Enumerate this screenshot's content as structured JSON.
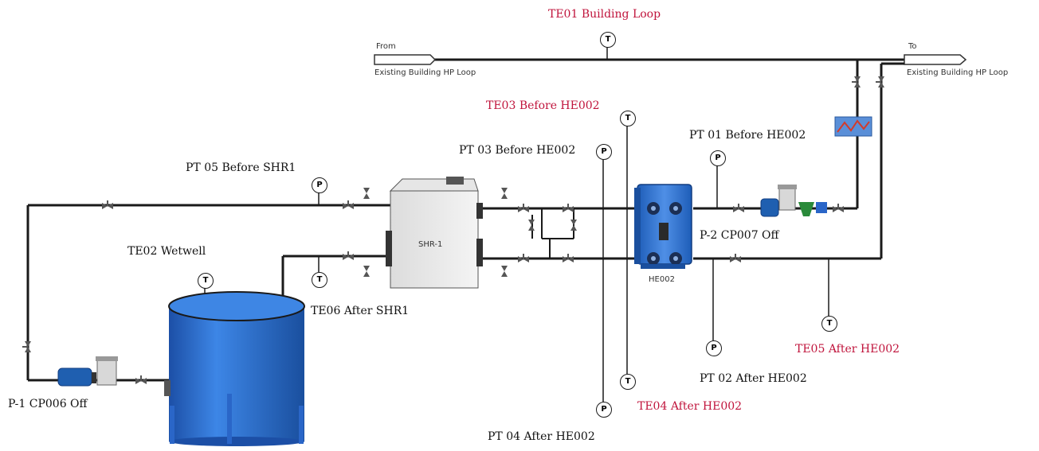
{
  "header": {
    "title": "TE01 Building Loop"
  },
  "loop": {
    "from_label": "From",
    "from_sub": "Existing Building HP Loop",
    "to_label": "To",
    "to_sub": "Existing Building HP Loop"
  },
  "equipment": {
    "shr_label": "SHR-1",
    "he_label": "HE002",
    "p1_label": "P-1 CP006 Off",
    "p2_label": "P-2 CP007 Off",
    "wetwell_label": "TE02 Wetwell"
  },
  "sensors": {
    "te03": "TE03 Before HE002",
    "pt03": "PT 03 Before HE002",
    "pt01": "PT 01 Before HE002",
    "pt05": "PT 05 Before SHR1",
    "te06": "TE06 After SHR1",
    "te05": "TE05 After HE002",
    "pt02": "PT 02 After HE002",
    "te04": "TE04 After HE002",
    "pt04": "PT 04 After HE002"
  },
  "gauge_letters": {
    "temp": "T",
    "pressure": "P"
  },
  "colors": {
    "pipe": "#1a1a1a",
    "label_red": "#c0143c",
    "tank": "#2f6fd0",
    "hx": "#2e6fc4",
    "pump": "#1f5fb0",
    "trend": "#3a7bd5"
  },
  "icons": [
    "temperature-gauge-icon",
    "pressure-gauge-icon",
    "valve-icon",
    "trend-chart-icon",
    "pump-icon",
    "tank-icon",
    "heat-exchanger-icon"
  ]
}
